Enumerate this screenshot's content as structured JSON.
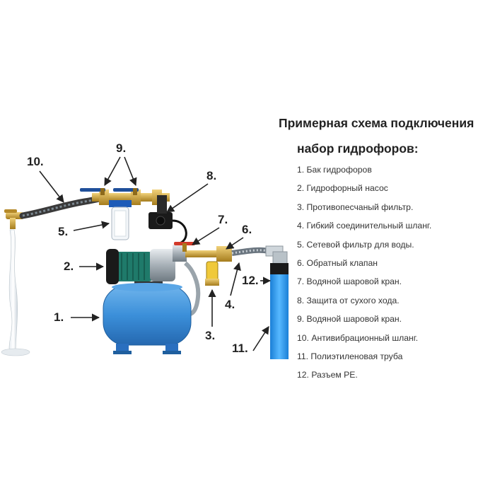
{
  "legend": {
    "title_line1": "Примерная схема подключения",
    "title_line2": "набор гидрофоров:",
    "items": [
      "1. Бак гидрофоров",
      "2. Гидрофорный насос",
      "3. Противопесчаный фильтр.",
      "4. Гибкий соединительный шланг.",
      "5. Сетевой фильтр для воды.",
      "6. Обратный клапан",
      "7. Водяной шаровой кран.",
      "8. Защита от сухого хода.",
      "9. Водяной шаровой кран.",
      "10. Антивибрационный шланг.",
      "11. Полиэтиленовая труба",
      "12. Разъем PE."
    ]
  },
  "callouts": {
    "c1": "1.",
    "c2": "2.",
    "c3": "3.",
    "c4": "4.",
    "c5": "5.",
    "c6": "6.",
    "c7": "7.",
    "c8": "8.",
    "c9": "9.",
    "c10": "10.",
    "c11": "11.",
    "c12": "12."
  },
  "colors": {
    "tank_blue": "#3b8fd9",
    "pump_green": "#1f7a6a",
    "pipe_blue": "#2a9bf0",
    "brass": "#c9a23a",
    "valve_red": "#d23a2a",
    "text": "#222222"
  }
}
